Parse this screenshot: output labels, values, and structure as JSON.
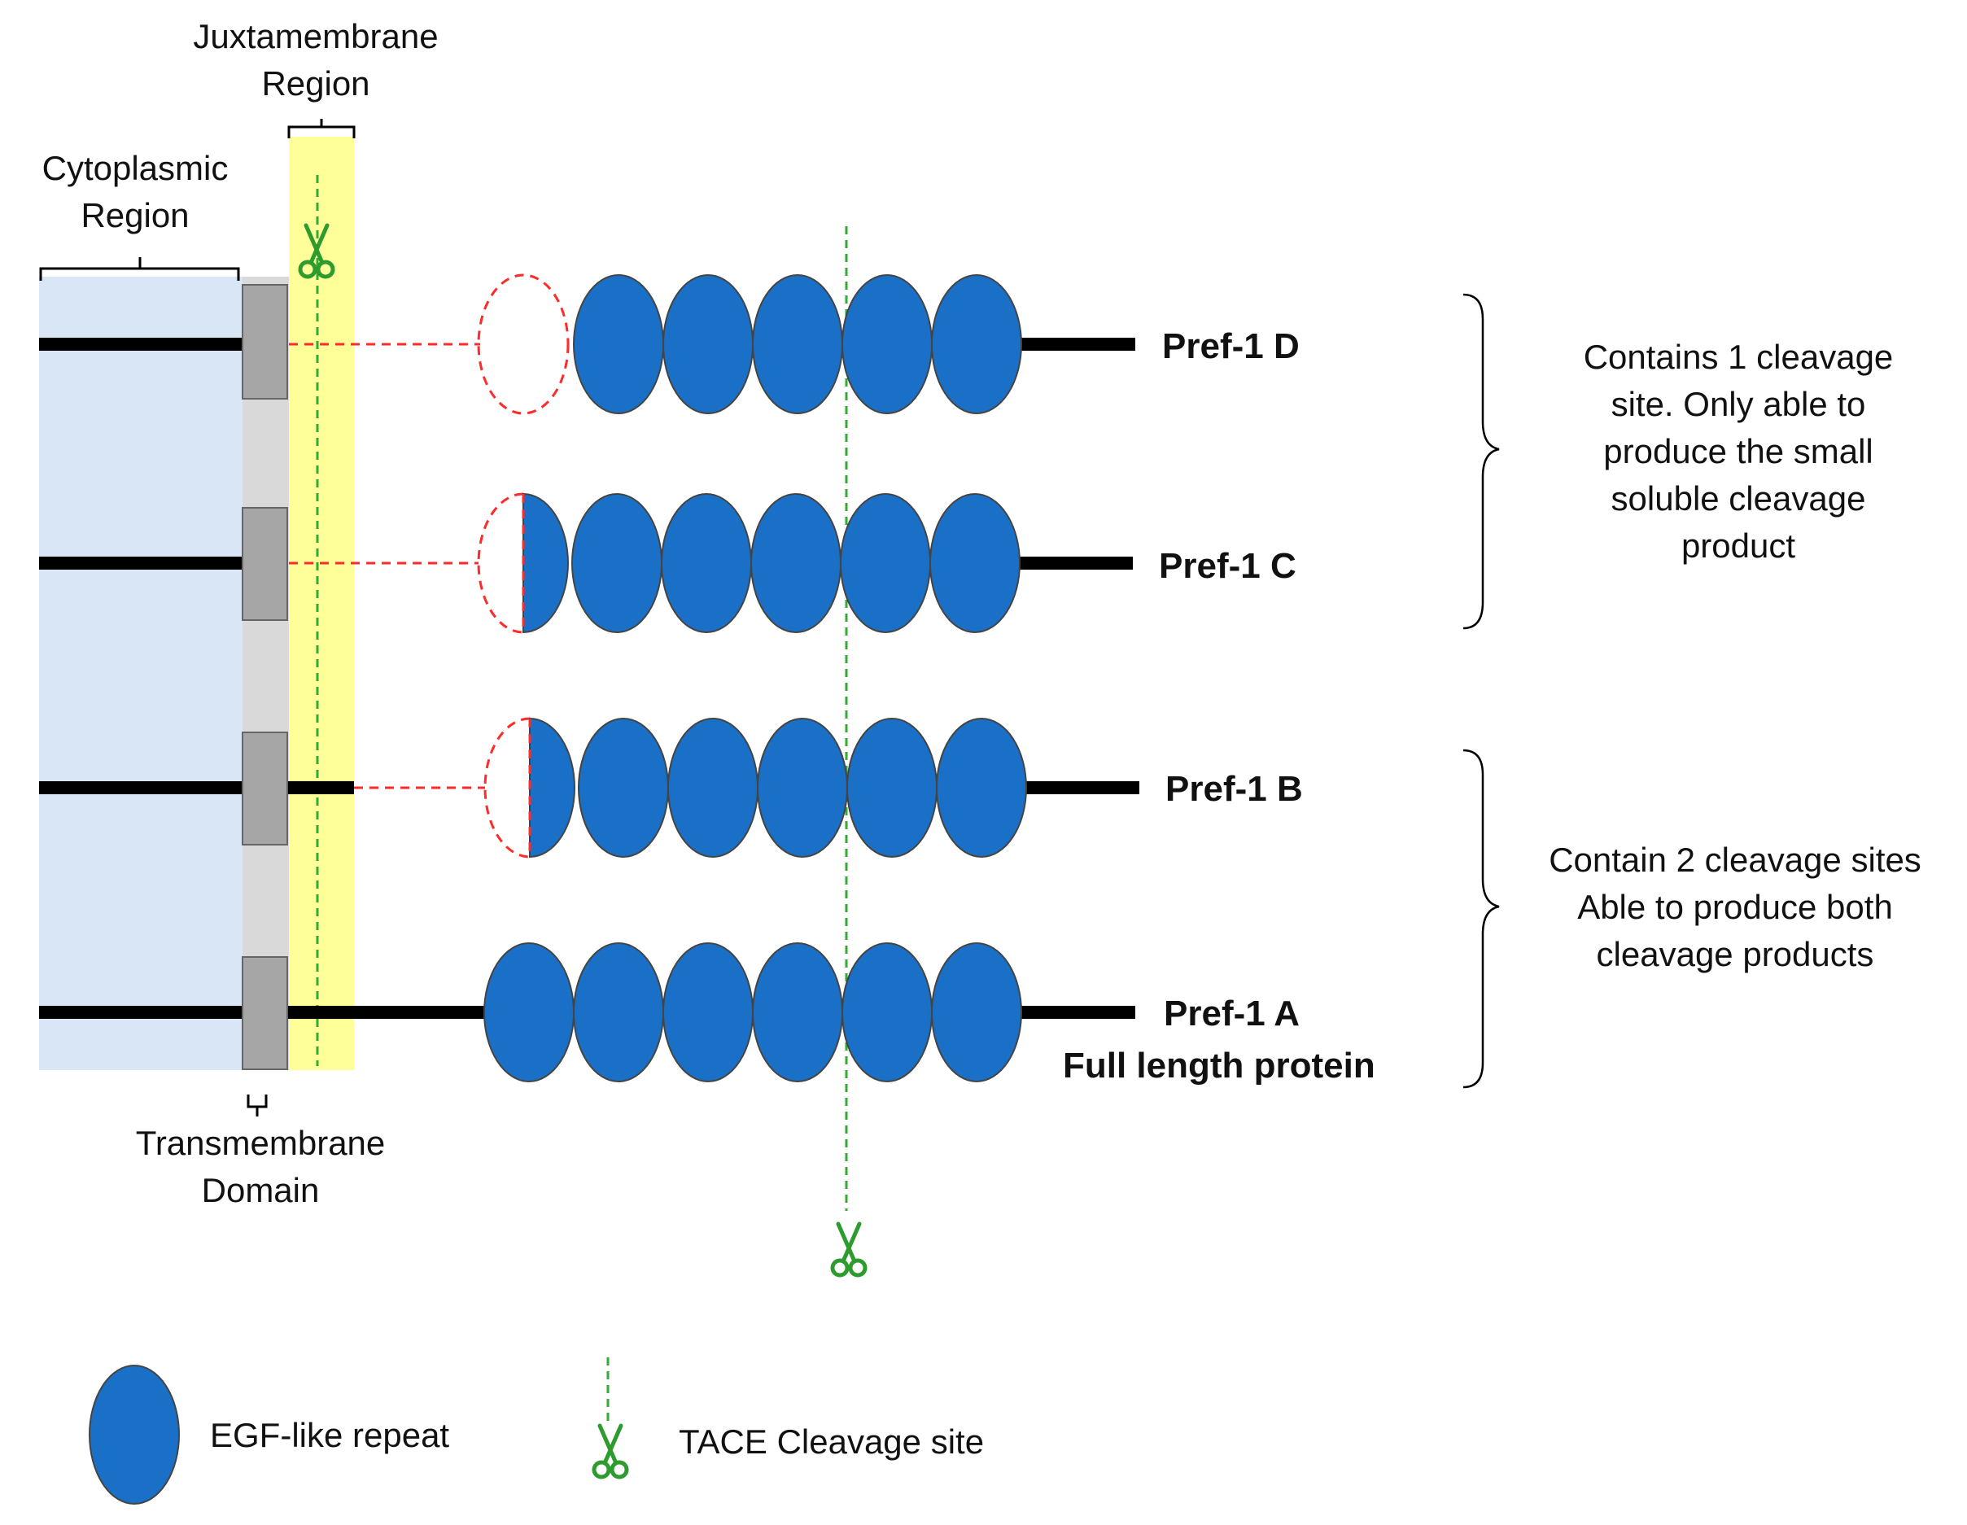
{
  "regions": {
    "juxtamembrane": {
      "line1": "Juxtamembrane",
      "line2": "Region"
    },
    "cytoplasmic": {
      "line1": "Cytoplasmic",
      "line2": "Region"
    },
    "transmembrane": {
      "line1": "Transmembrane",
      "line2": "Domain"
    }
  },
  "isoforms": [
    {
      "label": "Pref-1 D",
      "sublabel": ""
    },
    {
      "label": "Pref-1 C",
      "sublabel": ""
    },
    {
      "label": "Pref-1 B",
      "sublabel": ""
    },
    {
      "label": "Pref-1 A",
      "sublabel": "Full length protein"
    }
  ],
  "groups": [
    {
      "lines": [
        "Contains 1 cleavage",
        "site. Only able to",
        "produce the small",
        "soluble cleavage",
        "product"
      ]
    },
    {
      "lines": [
        "Contain 2 cleavage sites",
        "Able to produce both",
        "cleavage products"
      ]
    }
  ],
  "legend": {
    "egf": "EGF-like repeat",
    "tace": "TACE Cleavage site"
  },
  "colors": {
    "cytoplasmic_fill": "#d9e6f5",
    "juxtamembrane_fill": "#ffff99",
    "transmembrane_fill": "#d9d9d9",
    "tm_block": "#a6a6a6",
    "egf_fill": "#1a70c7",
    "deleted": "#ff2a2a",
    "cleavage": "#33aa33"
  }
}
